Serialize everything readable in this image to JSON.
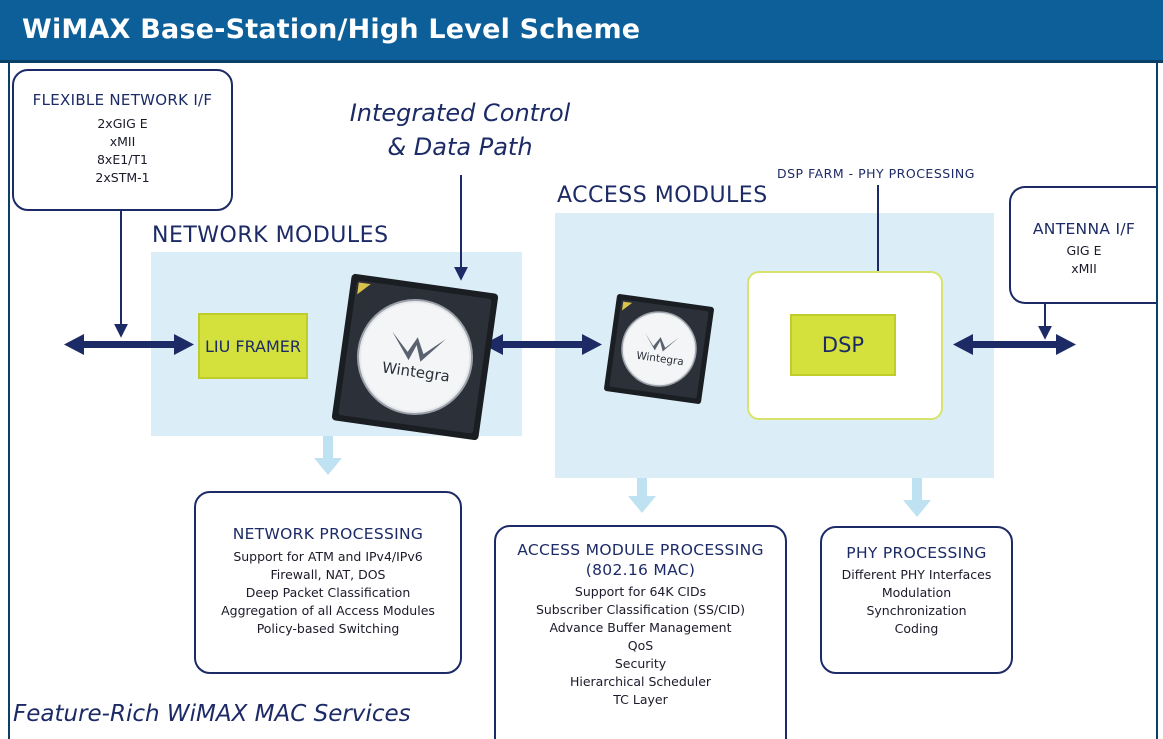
{
  "header": {
    "title": "WiMAX Base-Station/High Level Scheme"
  },
  "flexible_network": {
    "title": "FLEXIBLE NETWORK I/F",
    "lines": [
      "2xGIG E",
      "xMII",
      "8xE1/T1",
      "2xSTM-1"
    ]
  },
  "integrated_control": {
    "line1": "Integrated Control",
    "line2": "& Data Path"
  },
  "network_modules": {
    "title": "NETWORK MODULES",
    "liu_framer": "LIU FRAMER",
    "chip_brand": "Wintegra"
  },
  "access_modules": {
    "title": "ACCESS MODULES",
    "chip_brand": "Wintegra",
    "dsp": "DSP",
    "dsp_farm": "DSP FARM - PHY PROCESSING"
  },
  "antenna": {
    "title": "ANTENNA I/F",
    "lines": [
      "GIG E",
      "xMII"
    ]
  },
  "network_processing": {
    "title": "NETWORK PROCESSING",
    "lines": [
      "Support for ATM and IPv4/IPv6",
      "Firewall, NAT, DOS",
      "Deep Packet Classification",
      "Aggregation of all Access Modules",
      "Policy-based Switching"
    ]
  },
  "access_processing": {
    "title": "ACCESS MODULE PROCESSING",
    "subtitle": "(802.16 MAC)",
    "lines": [
      "Support for 64K CIDs",
      "Subscriber Classification (SS/CID)",
      "Advance Buffer Management",
      "QoS",
      "Security",
      "Hierarchical Scheduler",
      "TC Layer"
    ]
  },
  "phy_processing": {
    "title": "PHY PROCESSING",
    "lines": [
      "Different PHY Interfaces",
      "Modulation",
      "Synchronization",
      "Coding"
    ]
  },
  "footer": {
    "tagline": "Feature-Rich WiMAX MAC Services"
  },
  "colors": {
    "header_bg": "#0d5f99",
    "navy": "#1c2a66",
    "panel_bg": "#dbeef8",
    "green": "#d4e13c"
  }
}
